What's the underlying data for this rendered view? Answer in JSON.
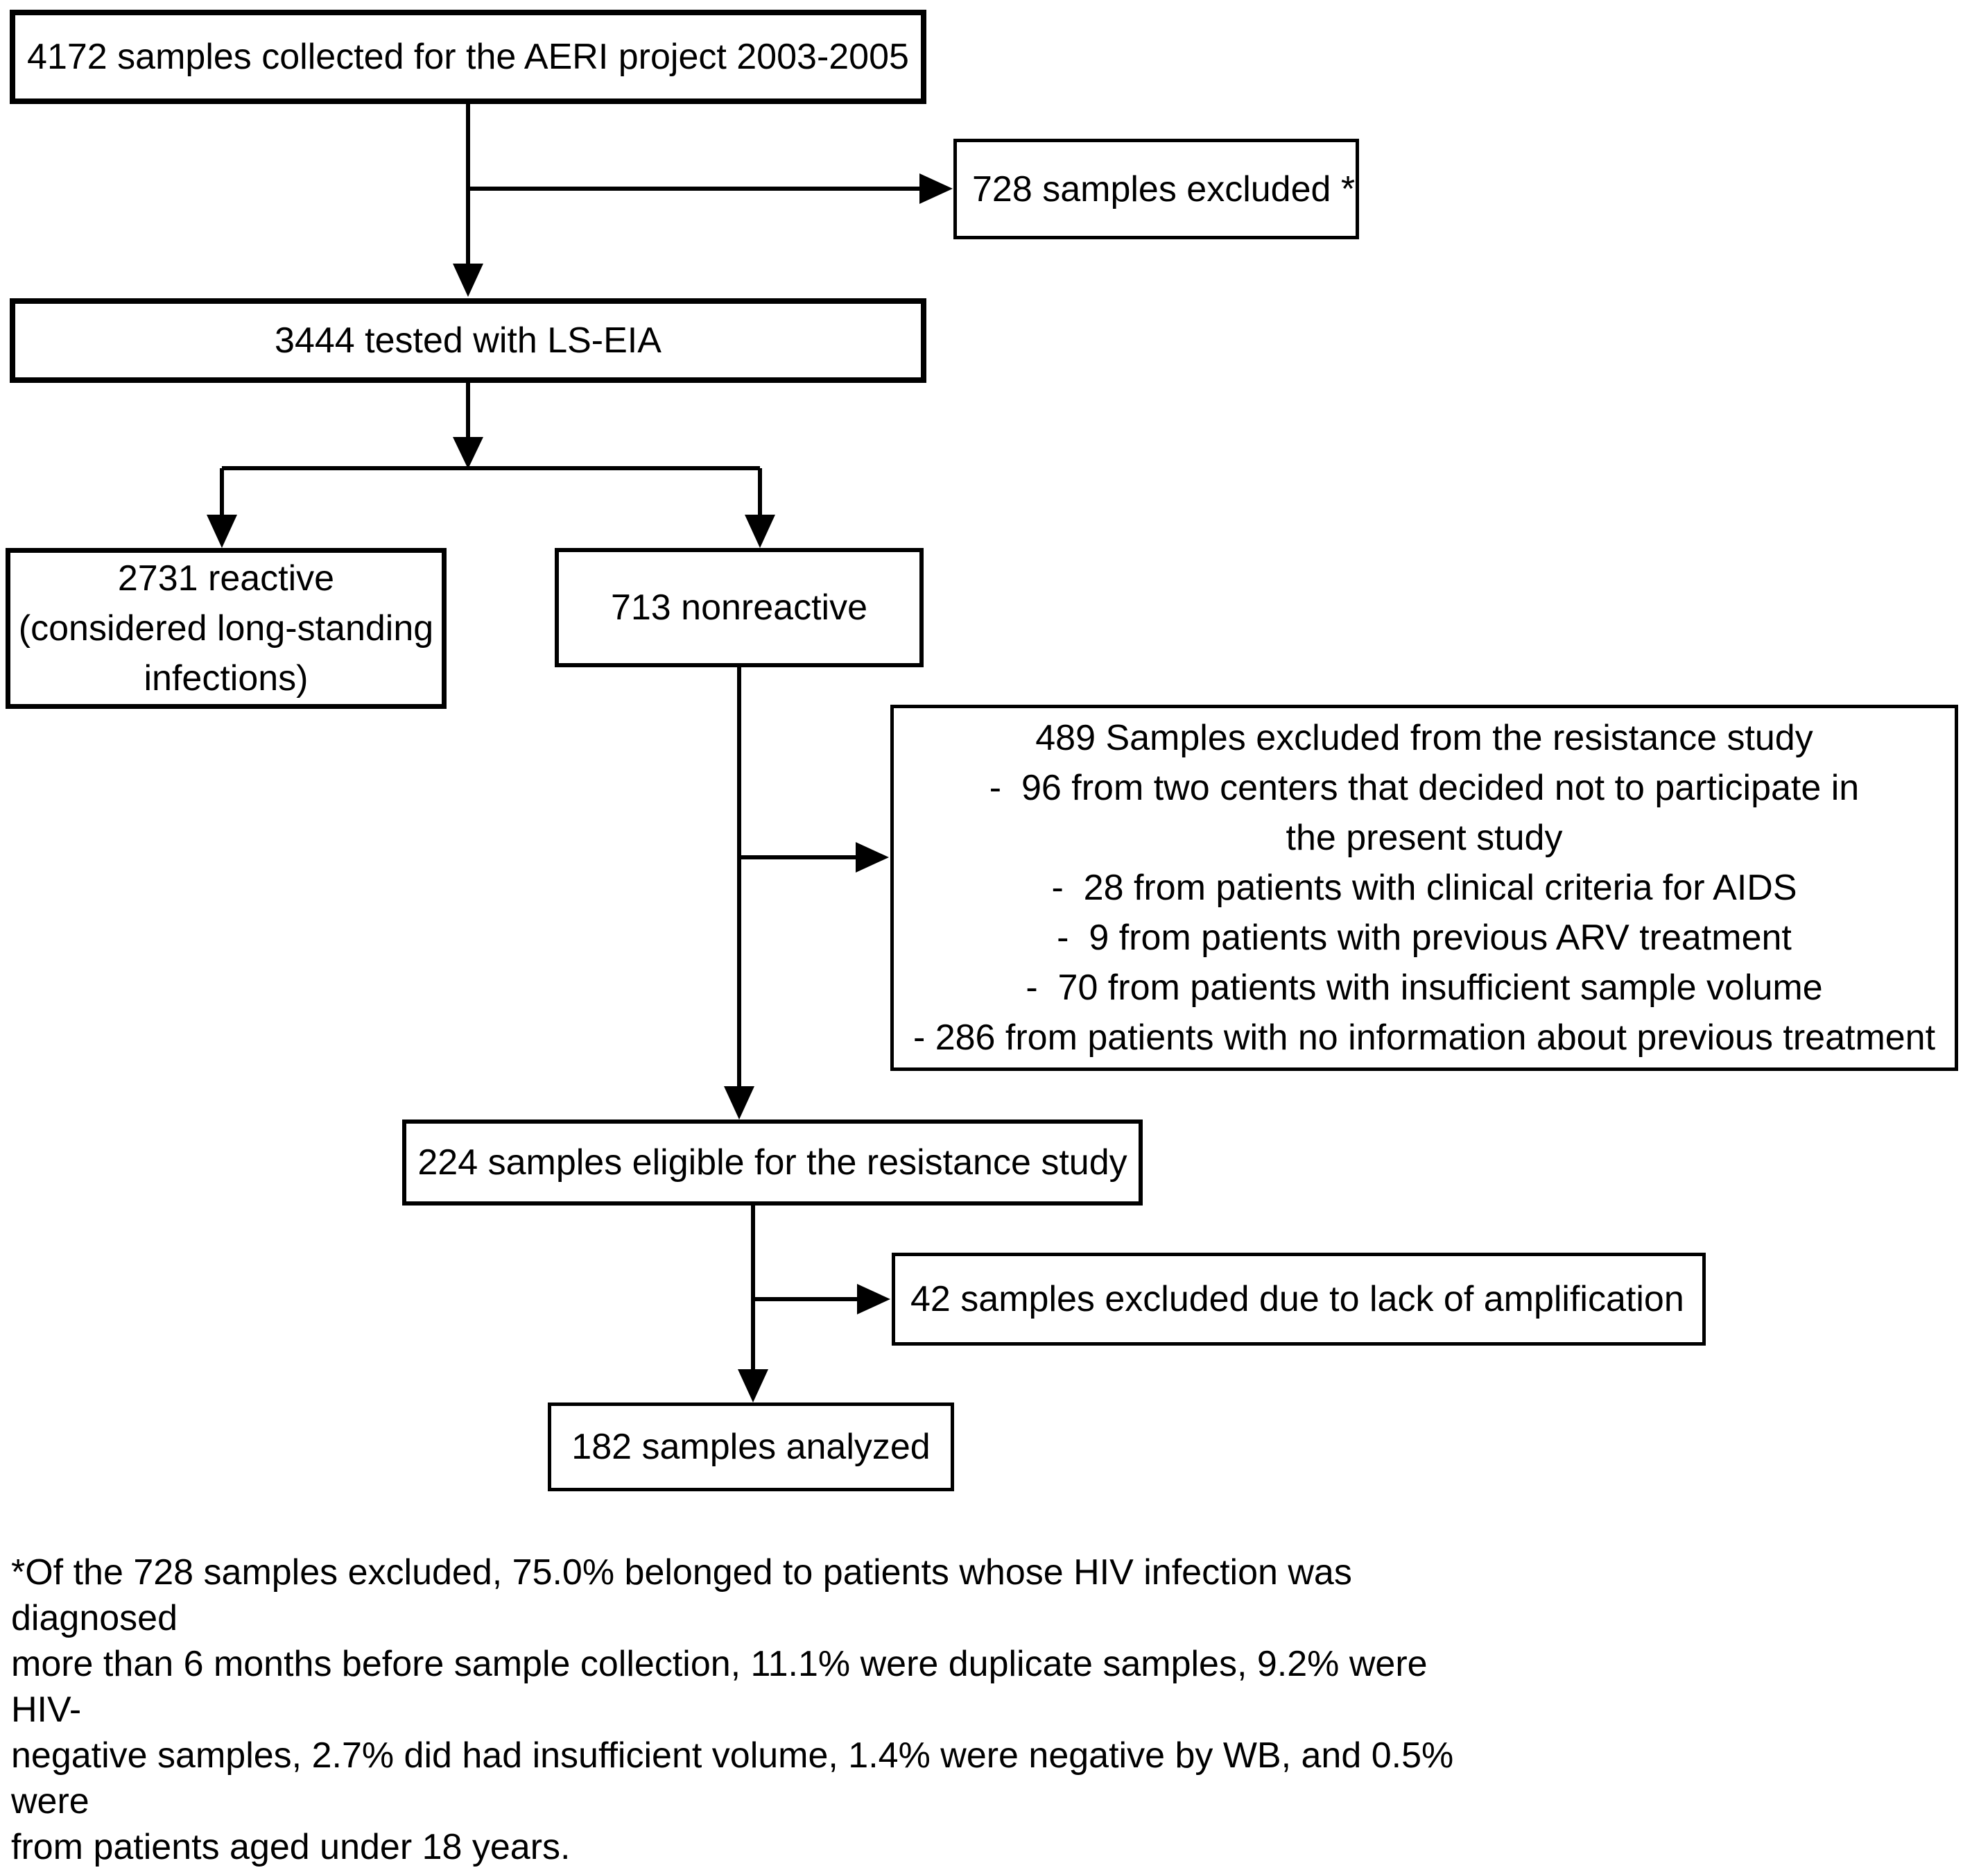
{
  "figure": {
    "type": "study-flow-diagram",
    "colors": {
      "background": "#ffffff",
      "ink": "#000000"
    },
    "nodes": {
      "collected": "4172 samples collected for the AERI project 2003-2005",
      "excluded_initial": "728 samples excluded *",
      "tested": "3444 tested with LS-EIA",
      "reactive": "2731 reactive\n(considered long-standing\ninfections)",
      "nonreactive": "713 nonreactive",
      "excluded_resistance": "489 Samples excluded from the resistance study\n-  96 from two centers that decided not to participate in\nthe present study\n-  28 from patients with clinical criteria for AIDS\n-  9 from patients with previous ARV treatment\n-  70 from patients with insufficient sample volume\n- 286 from patients with no information about previous treatment",
      "eligible": "224 samples eligible for the resistance study",
      "excluded_amplification": "42 samples excluded due to lack of amplification",
      "analyzed": "182 samples analyzed"
    },
    "footnote": "*Of the 728 samples excluded, 75.0% belonged to patients whose HIV infection was diagnosed\nmore than 6 months before sample collection, 11.1% were duplicate samples, 9.2% were HIV-\nnegative samples, 2.7% did had insufficient volume, 1.4% were negative by WB, and 0.5% were\nfrom patients aged under 18 years."
  }
}
